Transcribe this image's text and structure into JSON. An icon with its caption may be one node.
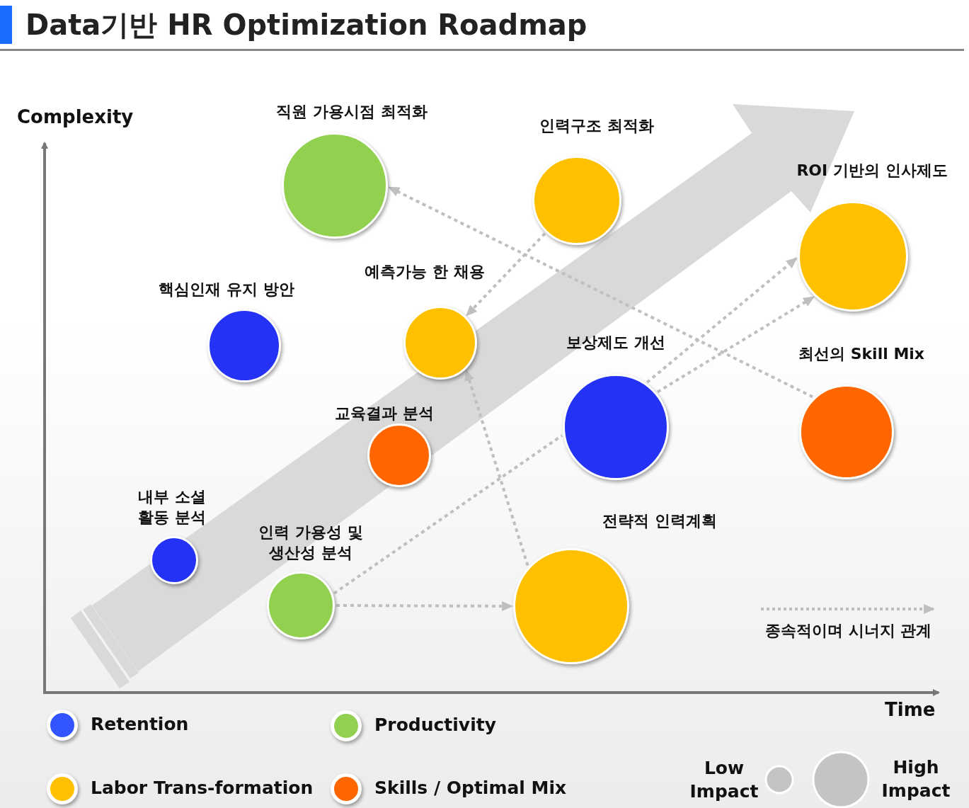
{
  "diagram": {
    "title": "Data기반 HR Optimization Roadmap",
    "nodes": [
      {
        "text": [
          "직원 가용시점 최적화"
        ]
      },
      {
        "text": [
          "인력구조 최적화"
        ]
      },
      {
        "text": [
          "ROI 기반의 인사제도"
        ]
      },
      {
        "text": [
          "핵심인재 유지 방안"
        ]
      },
      {
        "text": [
          "예측가능 한 채용"
        ]
      },
      {
        "text": [
          "보상제도 개선"
        ]
      },
      {
        "text": [
          "최선의 Skill Mix"
        ]
      },
      {
        "text": [
          "교육결과 분석"
        ]
      },
      {
        "text": [
          "내부 소셜 활동 분석"
        ]
      },
      {
        "text": [
          "인력 가용성 및 생산성 분석"
        ]
      },
      {
        "text": [
          "전략적 인력계획"
        ]
      }
    ],
    "edges": [
      {
        "from": 6,
        "to": 0,
        "arrow": "to",
        "style": "dashed"
      },
      {
        "from": 1,
        "to": 4,
        "arrow": "to",
        "style": "dashed"
      },
      {
        "from": 10,
        "to": 4,
        "arrow": "to",
        "style": "dashed"
      },
      {
        "from": 9,
        "to": 10,
        "arrow": "to",
        "style": "dashed"
      },
      {
        "from": 9,
        "to": 5,
        "arrow": "none",
        "style": "dashed"
      },
      {
        "from": 5,
        "to": 2,
        "arrow": "to",
        "style": "dashed"
      },
      {
        "from": 5,
        "to": 2,
        "arrow": "to",
        "style": "dashed"
      }
    ],
    "labels": [
      "Complexity",
      "Time"
    ],
    "legend": [
      {
        "text": "Retention",
        "color": "#3355ff"
      },
      {
        "text": "Productivity",
        "color": "#92d050"
      },
      {
        "text": "Labor Trans-formation",
        "color": "#ffc000"
      },
      {
        "text": "Skills / Optimal Mix",
        "color": "#ff6600"
      },
      {
        "text": "종속적이며 시너지 관계"
      },
      {
        "text": "Low Impact"
      },
      {
        "text": "High Impact"
      }
    ]
  }
}
